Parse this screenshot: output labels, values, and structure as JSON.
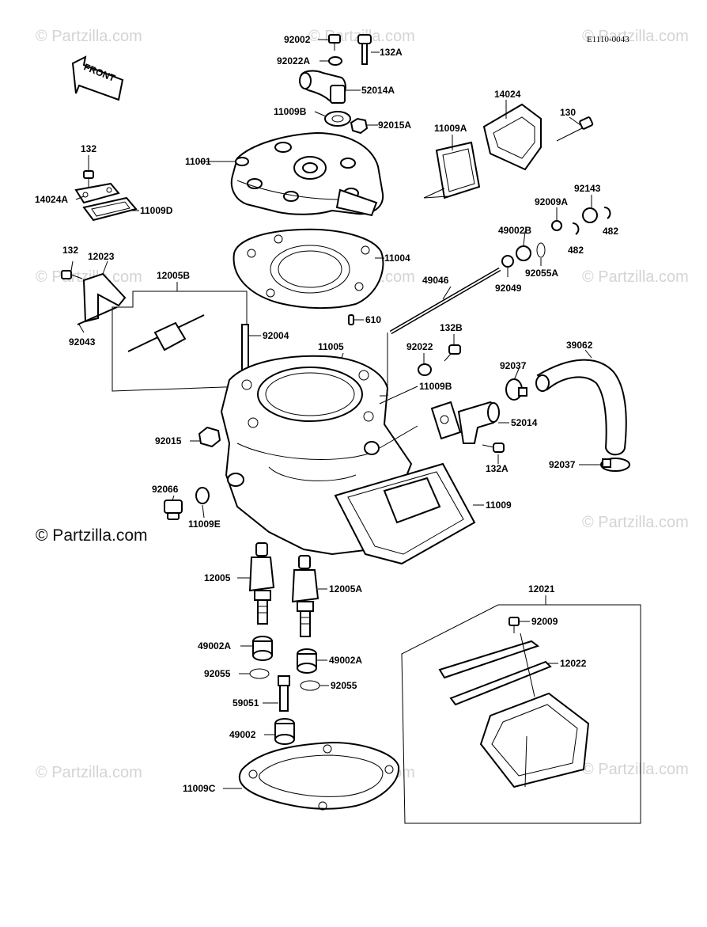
{
  "diagram_code": "E1110-0043",
  "front_label": "FRONT",
  "watermark_text": "© Partzilla.com",
  "copyright_text": "© Partzilla.com",
  "labels": {
    "p92002": "92002",
    "p132A_top": "132A",
    "p92022A": "92022A",
    "p52014A": "52014A",
    "p11009B_top": "11009B",
    "p92015A": "92015A",
    "p11001": "11001",
    "p132_left": "132",
    "p14024A": "14024A",
    "p11009D": "11009D",
    "p11009A": "11009A",
    "p14024": "14024",
    "p130": "130",
    "p92009A": "92009A",
    "p92143": "92143",
    "p49002B": "49002B",
    "p482_a": "482",
    "p482_b": "482",
    "p92055A": "92055A",
    "p92049": "92049",
    "p11004": "11004",
    "p132_mid": "132",
    "p12023": "12023",
    "p12005B": "12005B",
    "p92043": "92043",
    "p610": "610",
    "p49046": "49046",
    "p92004": "92004",
    "p11005": "11005",
    "p132B": "132B",
    "p92022": "92022",
    "p11009B_mid": "11009B",
    "p92037_top": "92037",
    "p39062": "39062",
    "p52014": "52014",
    "p92015": "92015",
    "p132A_mid": "132A",
    "p92037_bot": "92037",
    "p92066": "92066",
    "p11009": "11009",
    "p11009E": "11009E",
    "p12005": "12005",
    "p12005A": "12005A",
    "p12021": "12021",
    "p92009": "92009",
    "p49002A_left": "49002A",
    "p49002A_right": "49002A",
    "p12022": "12022",
    "p92055_left": "92055",
    "p92055_right": "92055",
    "p59051": "59051",
    "p49002": "49002",
    "p11009C": "11009C"
  },
  "colors": {
    "line": "#000000",
    "background": "#ffffff",
    "watermark": "#d4d4d4"
  }
}
